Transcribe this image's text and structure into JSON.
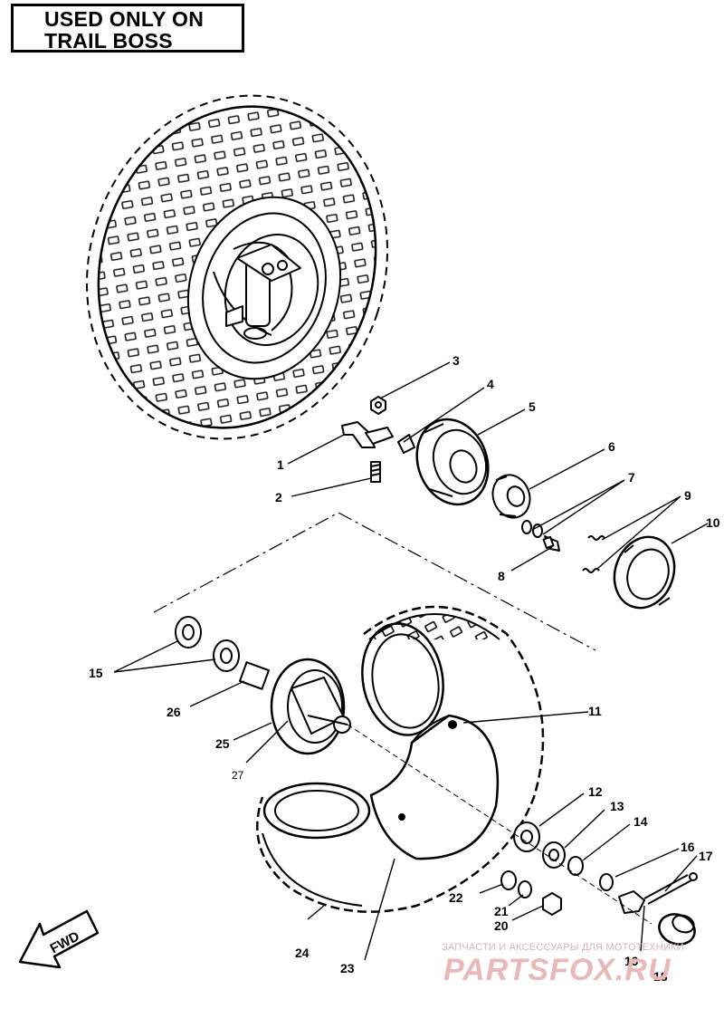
{
  "header": {
    "line1": "USED ONLY ON",
    "line2": "TRAIL BOSS"
  },
  "direction_label": "FWD",
  "callouts": [
    "1",
    "2",
    "3",
    "4",
    "5",
    "6",
    "7",
    "8",
    "9",
    "10",
    "11",
    "12",
    "13",
    "14",
    "15",
    "16",
    "17",
    "18",
    "19",
    "20",
    "21",
    "22",
    "23",
    "24",
    "25",
    "26",
    "27"
  ],
  "watermark": {
    "top": "ЗАПЧАСТИ И АКСЕССУАРЫ ДЛЯ МОТОТЕХНИКИ",
    "main": "PARTSFOX.RU"
  },
  "colors": {
    "ink": "#000000",
    "paper": "#ffffff",
    "watermark": "#e9b9b9"
  }
}
